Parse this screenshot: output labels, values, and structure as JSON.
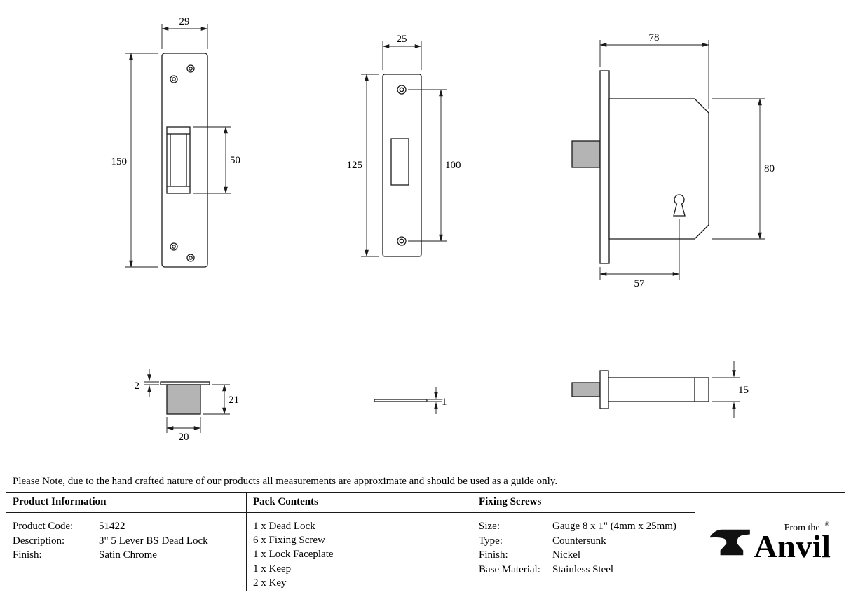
{
  "note": "Please Note, due to the hand crafted nature of our products all measurements are approximate and should be used as a guide only.",
  "drawings": {
    "keep_front": {
      "width": "29",
      "height": "150",
      "slot_height": "50"
    },
    "faceplate_front": {
      "width": "25",
      "height": "125",
      "hole_spacing": "100"
    },
    "lock_front": {
      "width": "78",
      "height": "80",
      "backset": "57"
    },
    "keep_profile": {
      "flange": "2",
      "depth": "21",
      "width": "20"
    },
    "faceplate_side": {
      "thickness": "1"
    },
    "lock_side": {
      "thickness": "15"
    }
  },
  "table": {
    "product_information": {
      "header": "Product Information",
      "rows": [
        {
          "label": "Product Code:",
          "value": "51422"
        },
        {
          "label": "Description:",
          "value": "3\" 5 Lever BS Dead Lock"
        },
        {
          "label": "Finish:",
          "value": "Satin Chrome"
        }
      ]
    },
    "pack_contents": {
      "header": "Pack Contents",
      "items": [
        "1 x Dead Lock",
        "6 x Fixing Screw",
        "1 x Lock Faceplate",
        "1 x Keep",
        "2 x Key"
      ]
    },
    "fixing_screws": {
      "header": "Fixing Screws",
      "rows": [
        {
          "label": "Size:",
          "value": "Gauge 8 x 1\" (4mm x 25mm)"
        },
        {
          "label": "Type:",
          "value": "Countersunk"
        },
        {
          "label": "Finish:",
          "value": "Nickel"
        },
        {
          "label": "Base Material:",
          "value": "Stainless Steel"
        }
      ]
    }
  },
  "logo": {
    "tagline": "From the",
    "brand": "Anvil",
    "registered": "®"
  }
}
